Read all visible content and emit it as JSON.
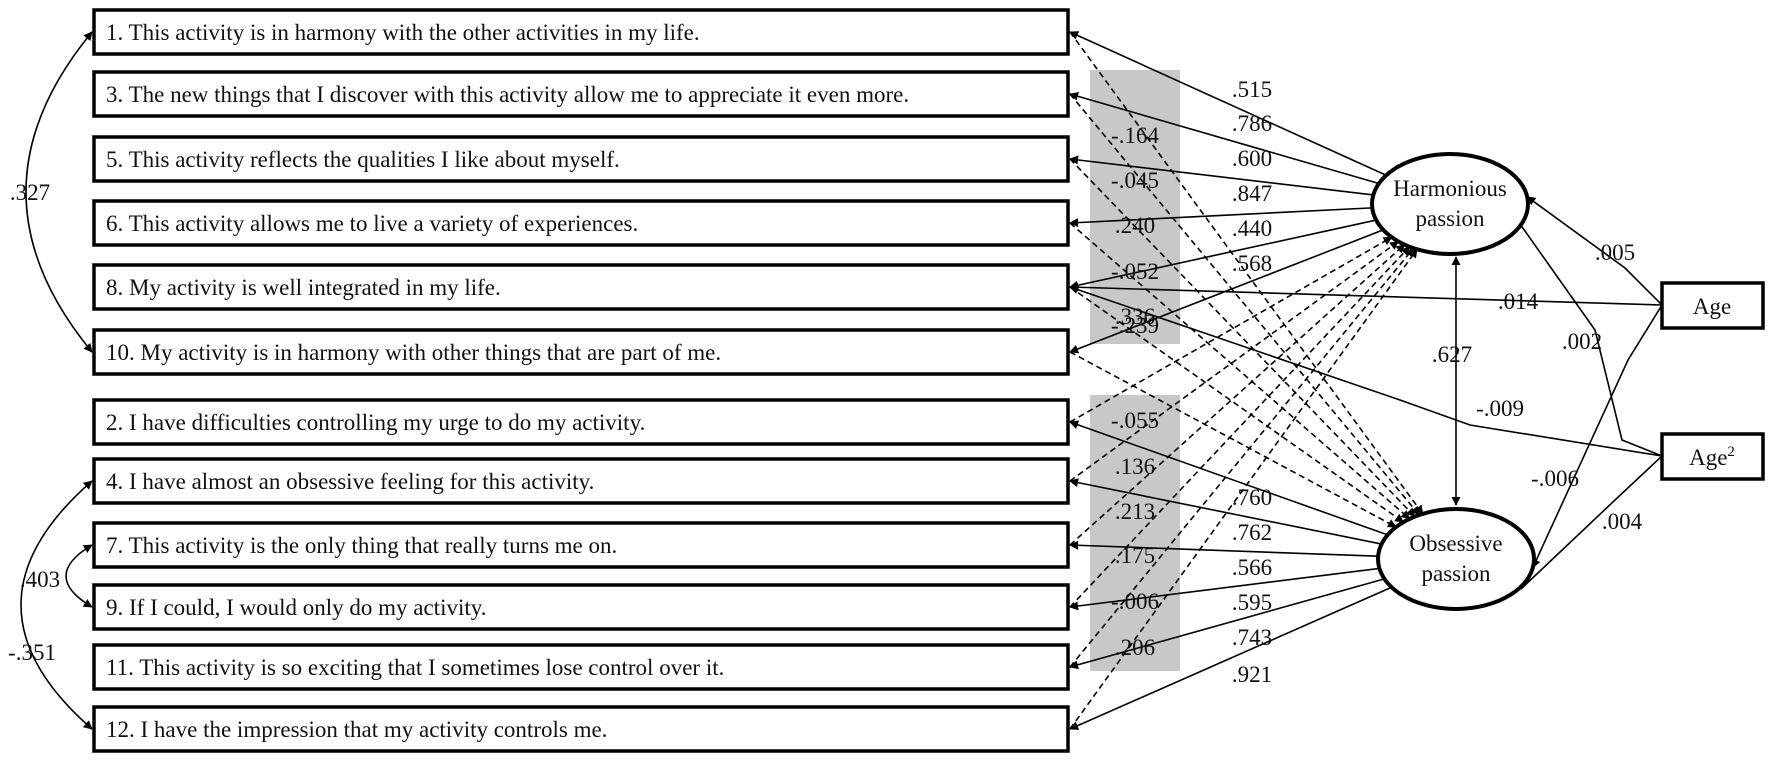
{
  "items_harmonious": [
    {
      "label": "1. This activity is in harmony with the other activities in my life.",
      "cross_loading": ""
    },
    {
      "label": "3. The new things that I discover with this activity allow me to appreciate it even more.",
      "cross_loading": "-.164"
    },
    {
      "label": "5. This activity reflects the qualities I like about myself.",
      "cross_loading": "-.045"
    },
    {
      "label": "6. This activity allows me to live a variety of experiences.",
      "cross_loading": ".240"
    },
    {
      "label": "8. My activity is well integrated in my life.",
      "cross_loading": "-.052"
    },
    {
      "label": "10. My activity is in harmony with other things that are part of me.",
      "cross_loading": ".336"
    }
  ],
  "harmonious_extra_cross": "-.239",
  "items_obsessive": [
    {
      "label": "2. I have difficulties controlling my urge to do my activity.",
      "cross_loading": "-.055"
    },
    {
      "label": "4. I have almost an obsessive feeling for this activity.",
      "cross_loading": ".136"
    },
    {
      "label": "7. This activity is the only thing that really turns me on.",
      "cross_loading": ".213"
    },
    {
      "label": "9. If I could, I would only do my activity.",
      "cross_loading": ".175"
    },
    {
      "label": "11. This activity is so exciting that I sometimes lose control over it.",
      "cross_loading": "-.006"
    },
    {
      "label": "12. I have the impression that my activity controls me.",
      "cross_loading": ".206"
    }
  ],
  "harmonious_loadings": [
    ".515",
    ".786",
    ".600",
    ".847",
    ".440",
    ".568"
  ],
  "obsessive_loadings": [
    ".760",
    ".762",
    ".566",
    ".595",
    ".743",
    ".921"
  ],
  "latent": {
    "harmonious": [
      "Harmonious",
      "passion"
    ],
    "obsessive": [
      "Obsessive",
      "passion"
    ]
  },
  "factor_correlation": ".627",
  "covariates": {
    "age": "Age",
    "age2_base": "Age",
    "age2_sup": "2"
  },
  "age_paths": {
    "age_to_hp": ".005",
    "age2_to_hp": ".002",
    "age_to_item8": ".014",
    "age2_to_item8": "-.009",
    "age_to_op": "-.006",
    "age2_to_op": ".004"
  },
  "residual_correlations": {
    "item1_item10": ".327",
    "item7_item9": ".403",
    "item4_item12": "-.351"
  }
}
